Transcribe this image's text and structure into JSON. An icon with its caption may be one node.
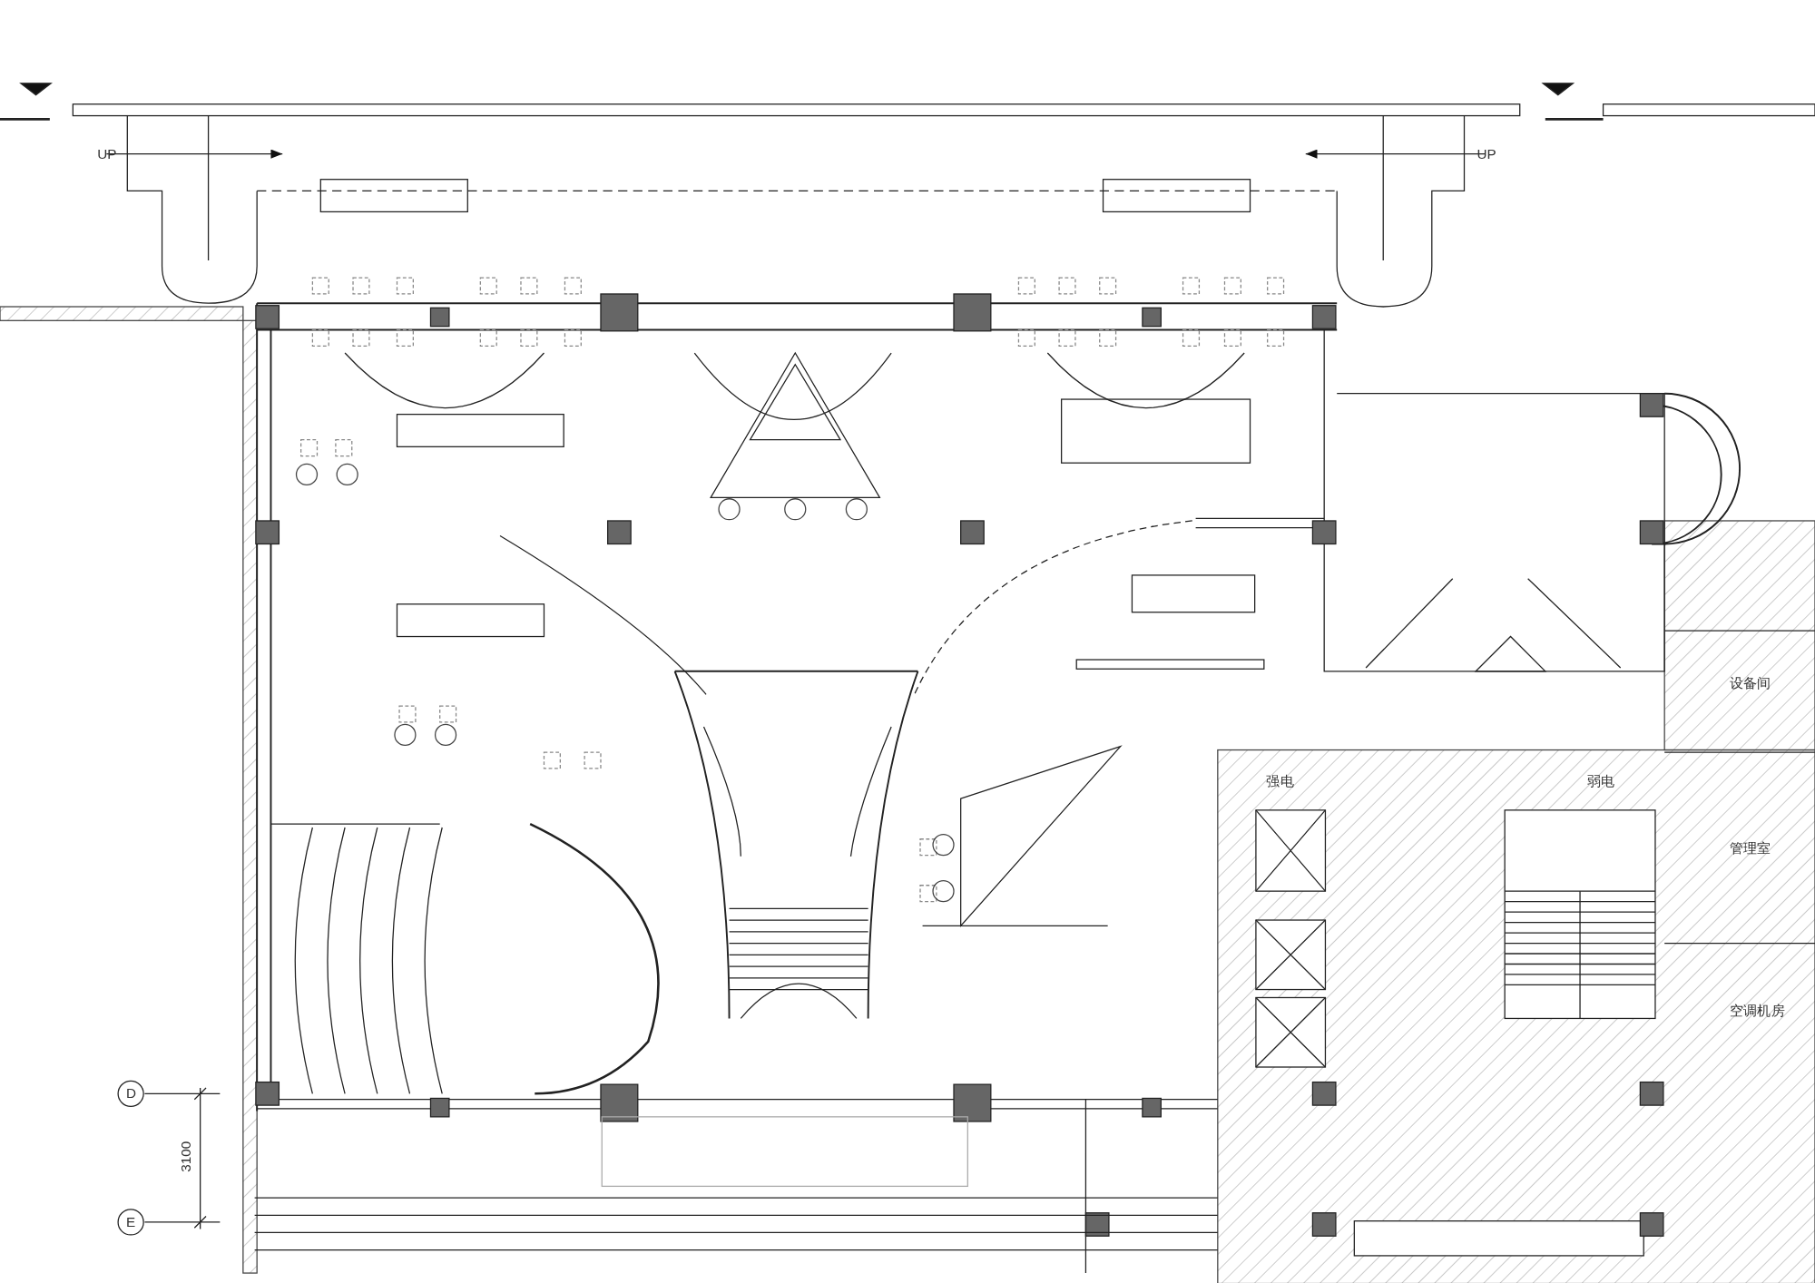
{
  "diagram": {
    "labels": [
      "UP",
      "UP",
      "设备间",
      "强电",
      "弱电",
      "管理室",
      "空调机房",
      "D",
      "3100",
      "E"
    ]
  }
}
